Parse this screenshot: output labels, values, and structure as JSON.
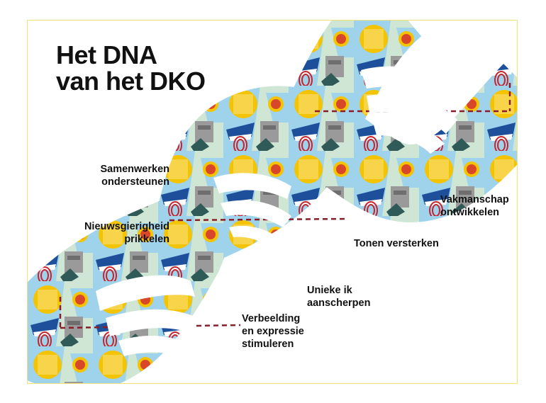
{
  "title": {
    "line1": "Het DNA",
    "line2": "van het DKO"
  },
  "labels": {
    "samenwerken": [
      "Samenwerken",
      "ondersteunen"
    ],
    "nieuwsgierigheid": [
      "Nieuwsgierigheid",
      "prikkelen"
    ],
    "vakmanschap": [
      "Vakmanschap",
      "ontwikkelen"
    ],
    "tonen": [
      "Tonen versterken"
    ],
    "unieke": [
      "Unieke ik",
      "aanscherpen"
    ],
    "verbeelding": [
      "Verbeelding",
      "en expressie",
      "stimuleren"
    ]
  },
  "colors": {
    "frame_border": "#f3e27a",
    "strand_blue": "#9fd3ec",
    "strand_green": "#cfe6d4",
    "sun_yellow": "#f4c400",
    "dot_red": "#d9472b",
    "fingerprint_red": "#c8232c",
    "box_grey": "#9a9a9a",
    "shape_navy": "#1e4f9a",
    "map_dark": "#2f5a57",
    "dash_maroon": "#8b1c2a"
  },
  "icons": [
    "sun-icon",
    "fingerprint-icon",
    "box-icon",
    "card-icon",
    "map-icon",
    "circle-icon"
  ]
}
